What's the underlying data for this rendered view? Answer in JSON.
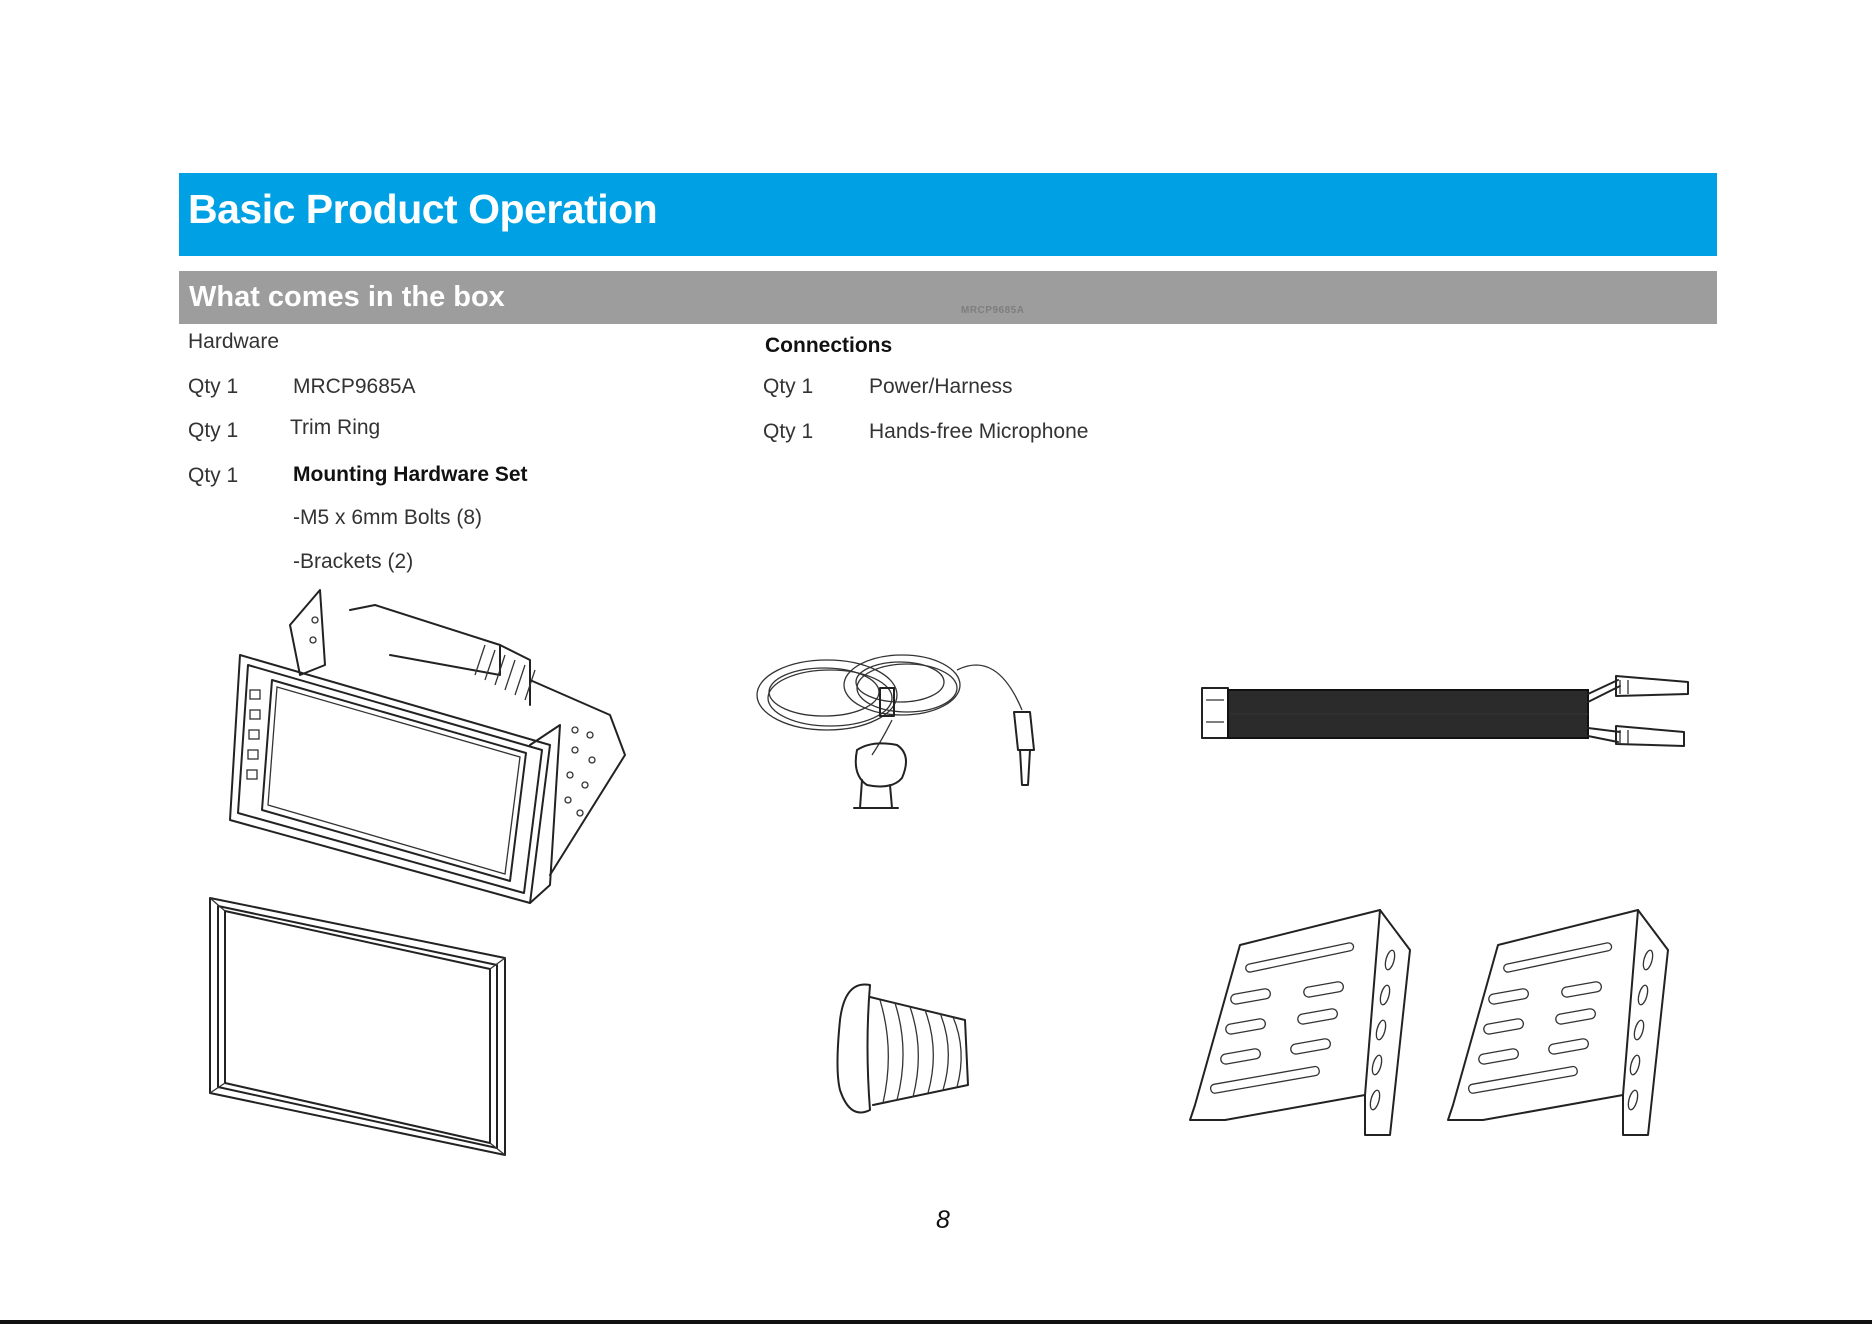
{
  "header": {
    "title": "Basic Product Operation"
  },
  "section": {
    "title": "What comes in the box",
    "model_watermark": "MRCP9685A"
  },
  "hardware": {
    "heading": "Hardware",
    "items": [
      {
        "qty": "Qty 1",
        "name": "MRCP9685A"
      },
      {
        "qty": "Qty 1",
        "name": "Trim Ring"
      },
      {
        "qty": "Qty 1",
        "name": "Mounting Hardware Set"
      }
    ],
    "sub_items": [
      "-M5 x 6mm Bolts (8)",
      "-Brackets (2)"
    ]
  },
  "connections": {
    "heading": "Connections",
    "items": [
      {
        "qty": "Qty 1",
        "name": "Power/Harness"
      },
      {
        "qty": "Qty 1",
        "name": "Hands-free Microphone"
      }
    ]
  },
  "illustrations": [
    "head-unit",
    "microphone",
    "power-harness",
    "trim-ring",
    "bolt",
    "brackets"
  ],
  "footer": {
    "page_number": "8"
  }
}
